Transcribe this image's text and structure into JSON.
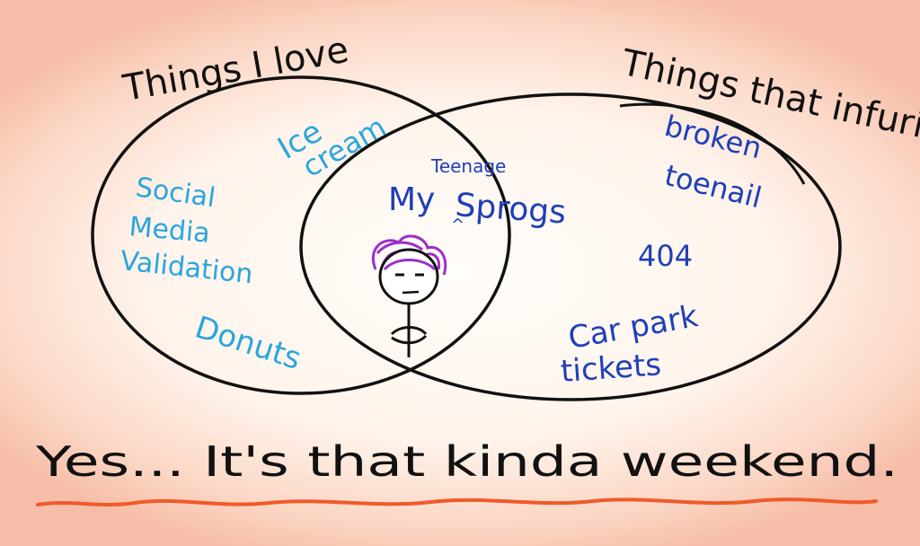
{
  "title_left": "Things I love",
  "title_right": "Things that infuriate",
  "love_items": {
    "ice": "Ice",
    "cream": "cream",
    "social": "Social",
    "media": "Media",
    "validation": "Validation",
    "donuts": "Donuts"
  },
  "both_items": {
    "teenage": "Teenage",
    "my": "My",
    "caret": "^",
    "sprogs": "Sprogs"
  },
  "infuriate_items": {
    "broken": "broken",
    "toenail": "toenail",
    "code404": "404",
    "car_park": "Car park",
    "tickets": "tickets"
  },
  "caption": "Yes... It's that kinda weekend.",
  "colors": {
    "outline": "#111111",
    "love_text": "#2aa6dc",
    "infuriate_text": "#1f3fb8",
    "hair": "#9b2fc9",
    "underline": "#f05a28"
  }
}
